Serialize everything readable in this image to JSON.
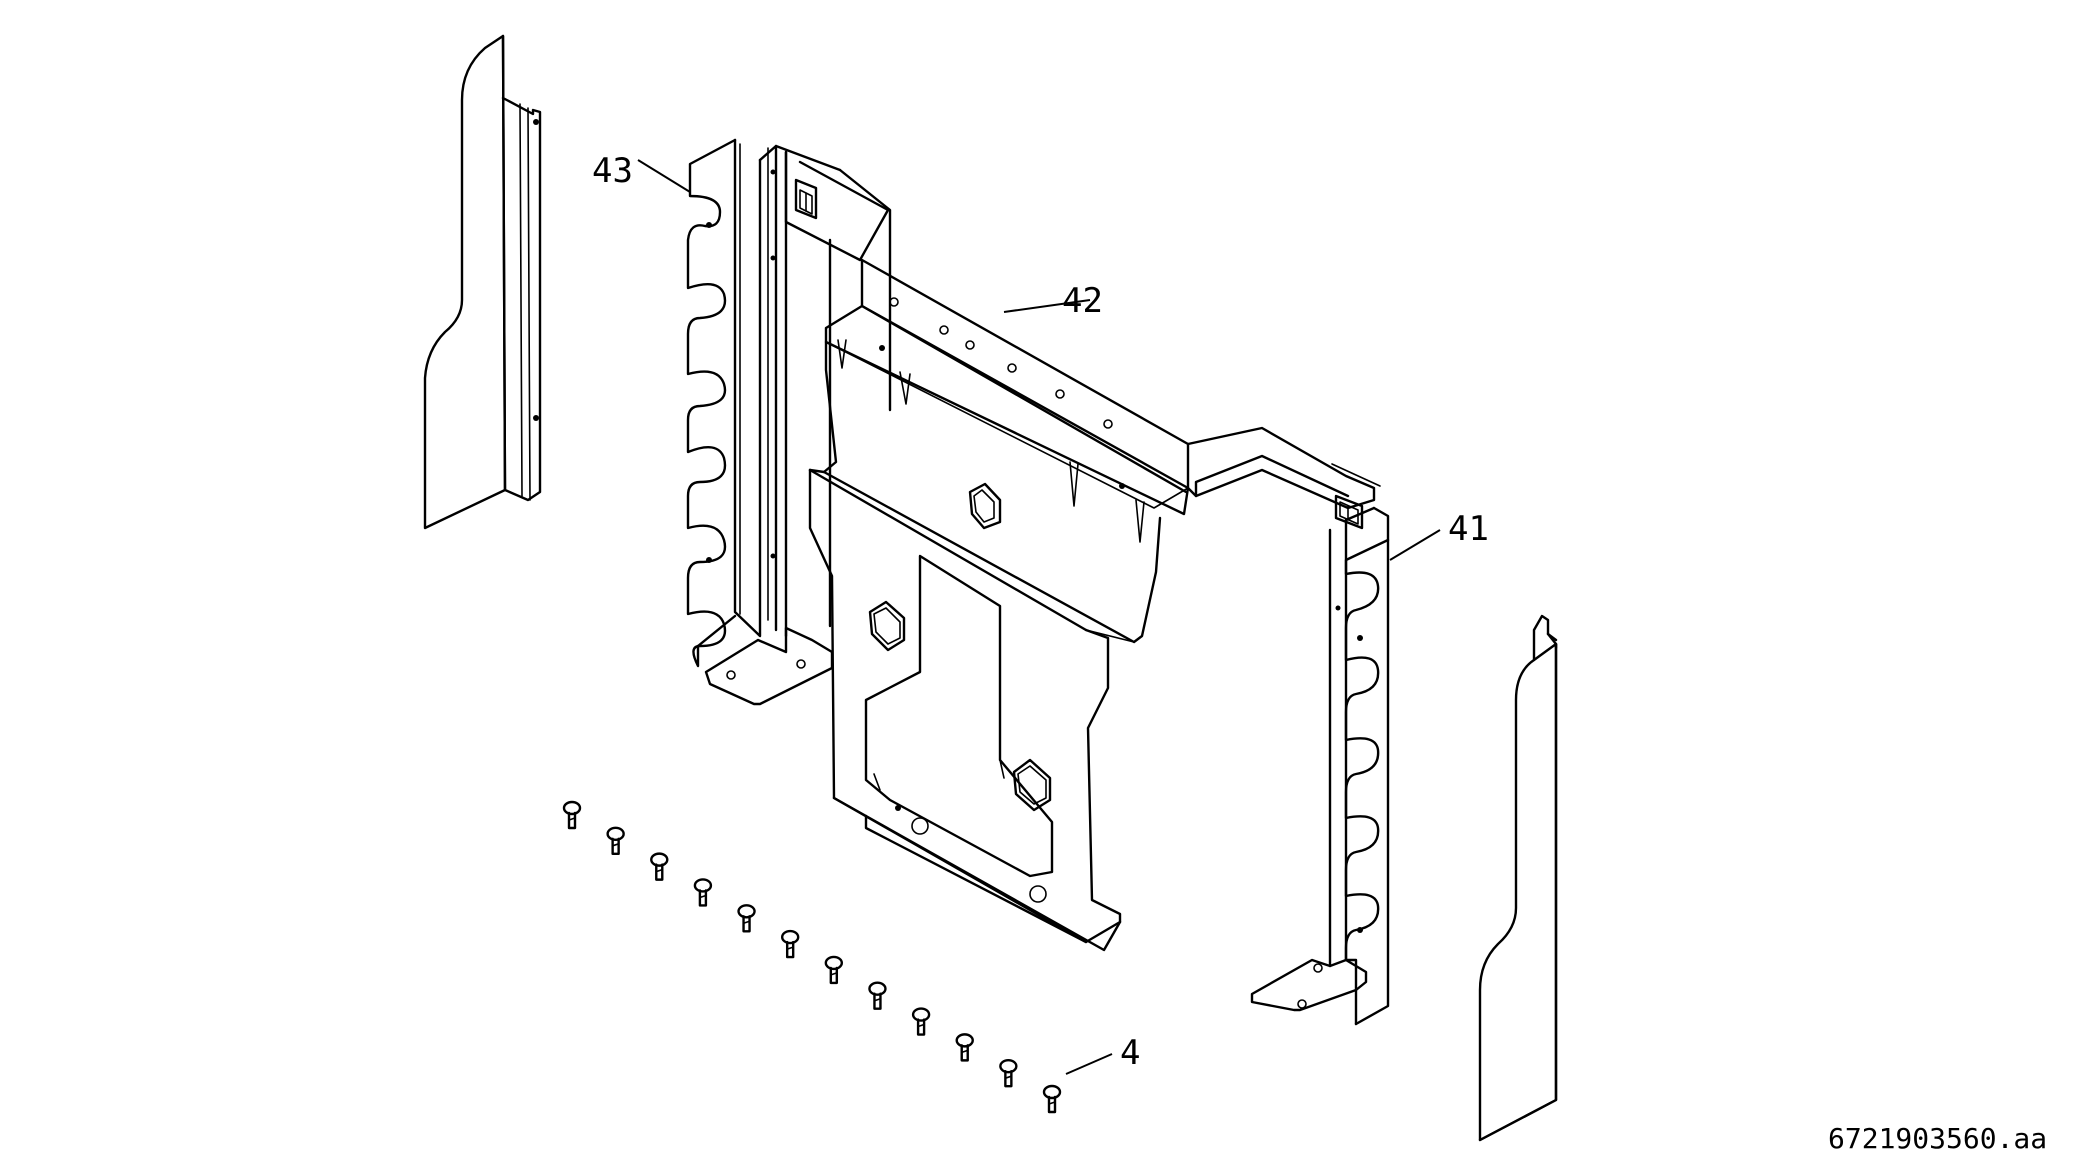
{
  "callouts": {
    "part_41": "41",
    "part_42": "42",
    "part_43": "43",
    "part_4": "4"
  },
  "drawing_reference": "6721903560.aa",
  "screw_count": 12,
  "colors": {
    "line": "#000000",
    "background": "#ffffff"
  }
}
